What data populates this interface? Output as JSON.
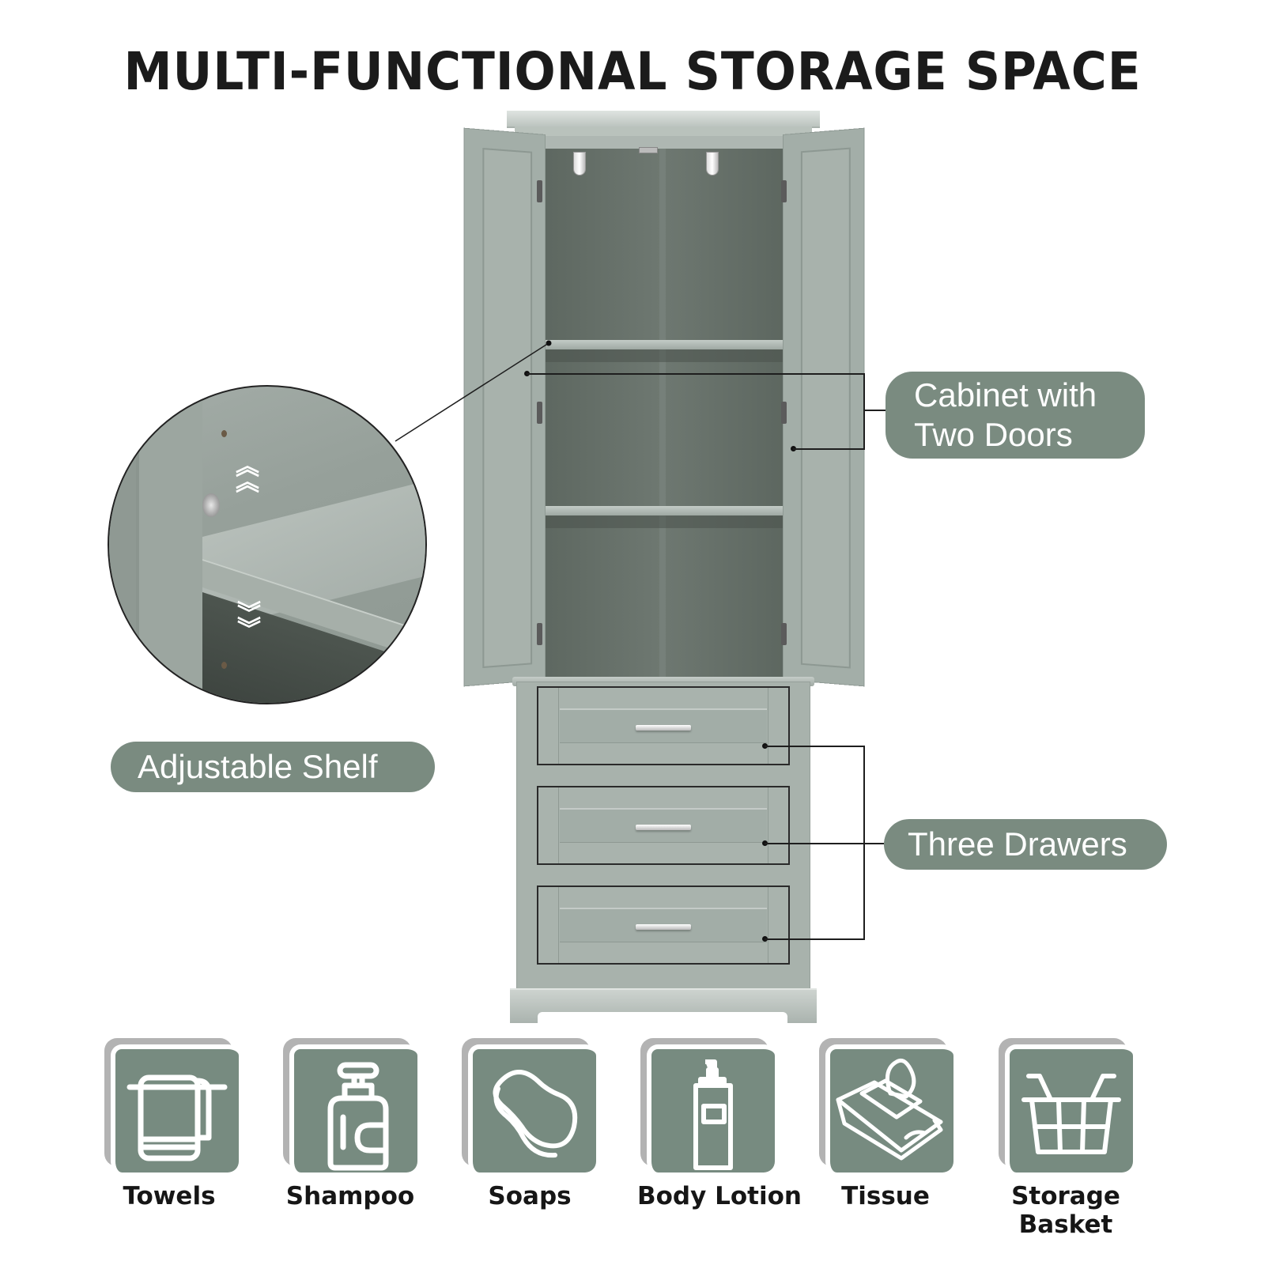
{
  "title": "MULTI-FUNCTIONAL STORAGE SPACE",
  "callouts": {
    "cabinet": {
      "line1": "Cabinet with",
      "line2": "Two Doors"
    },
    "shelf": {
      "label": "Adjustable Shelf"
    },
    "drawers": {
      "label": "Three Drawers"
    }
  },
  "zoom_detail": {
    "up_arrows": "︽",
    "down_arrows": "︾"
  },
  "uses": [
    {
      "label": "Towels",
      "icon": "towel-icon"
    },
    {
      "label": "Shampoo",
      "icon": "shampoo-bottle-icon"
    },
    {
      "label": "Soaps",
      "icon": "soap-icon"
    },
    {
      "label": "Body Lotion",
      "icon": "lotion-bottle-icon"
    },
    {
      "label": "Tissue",
      "icon": "tissue-pack-icon"
    },
    {
      "label": "Storage Basket",
      "icon": "basket-icon"
    }
  ],
  "colors": {
    "accent_sage": "#7a8b80",
    "icon_card": "#778b80",
    "cabinet_gray": "#a8b2ac",
    "title_text": "#1b1b1b"
  }
}
